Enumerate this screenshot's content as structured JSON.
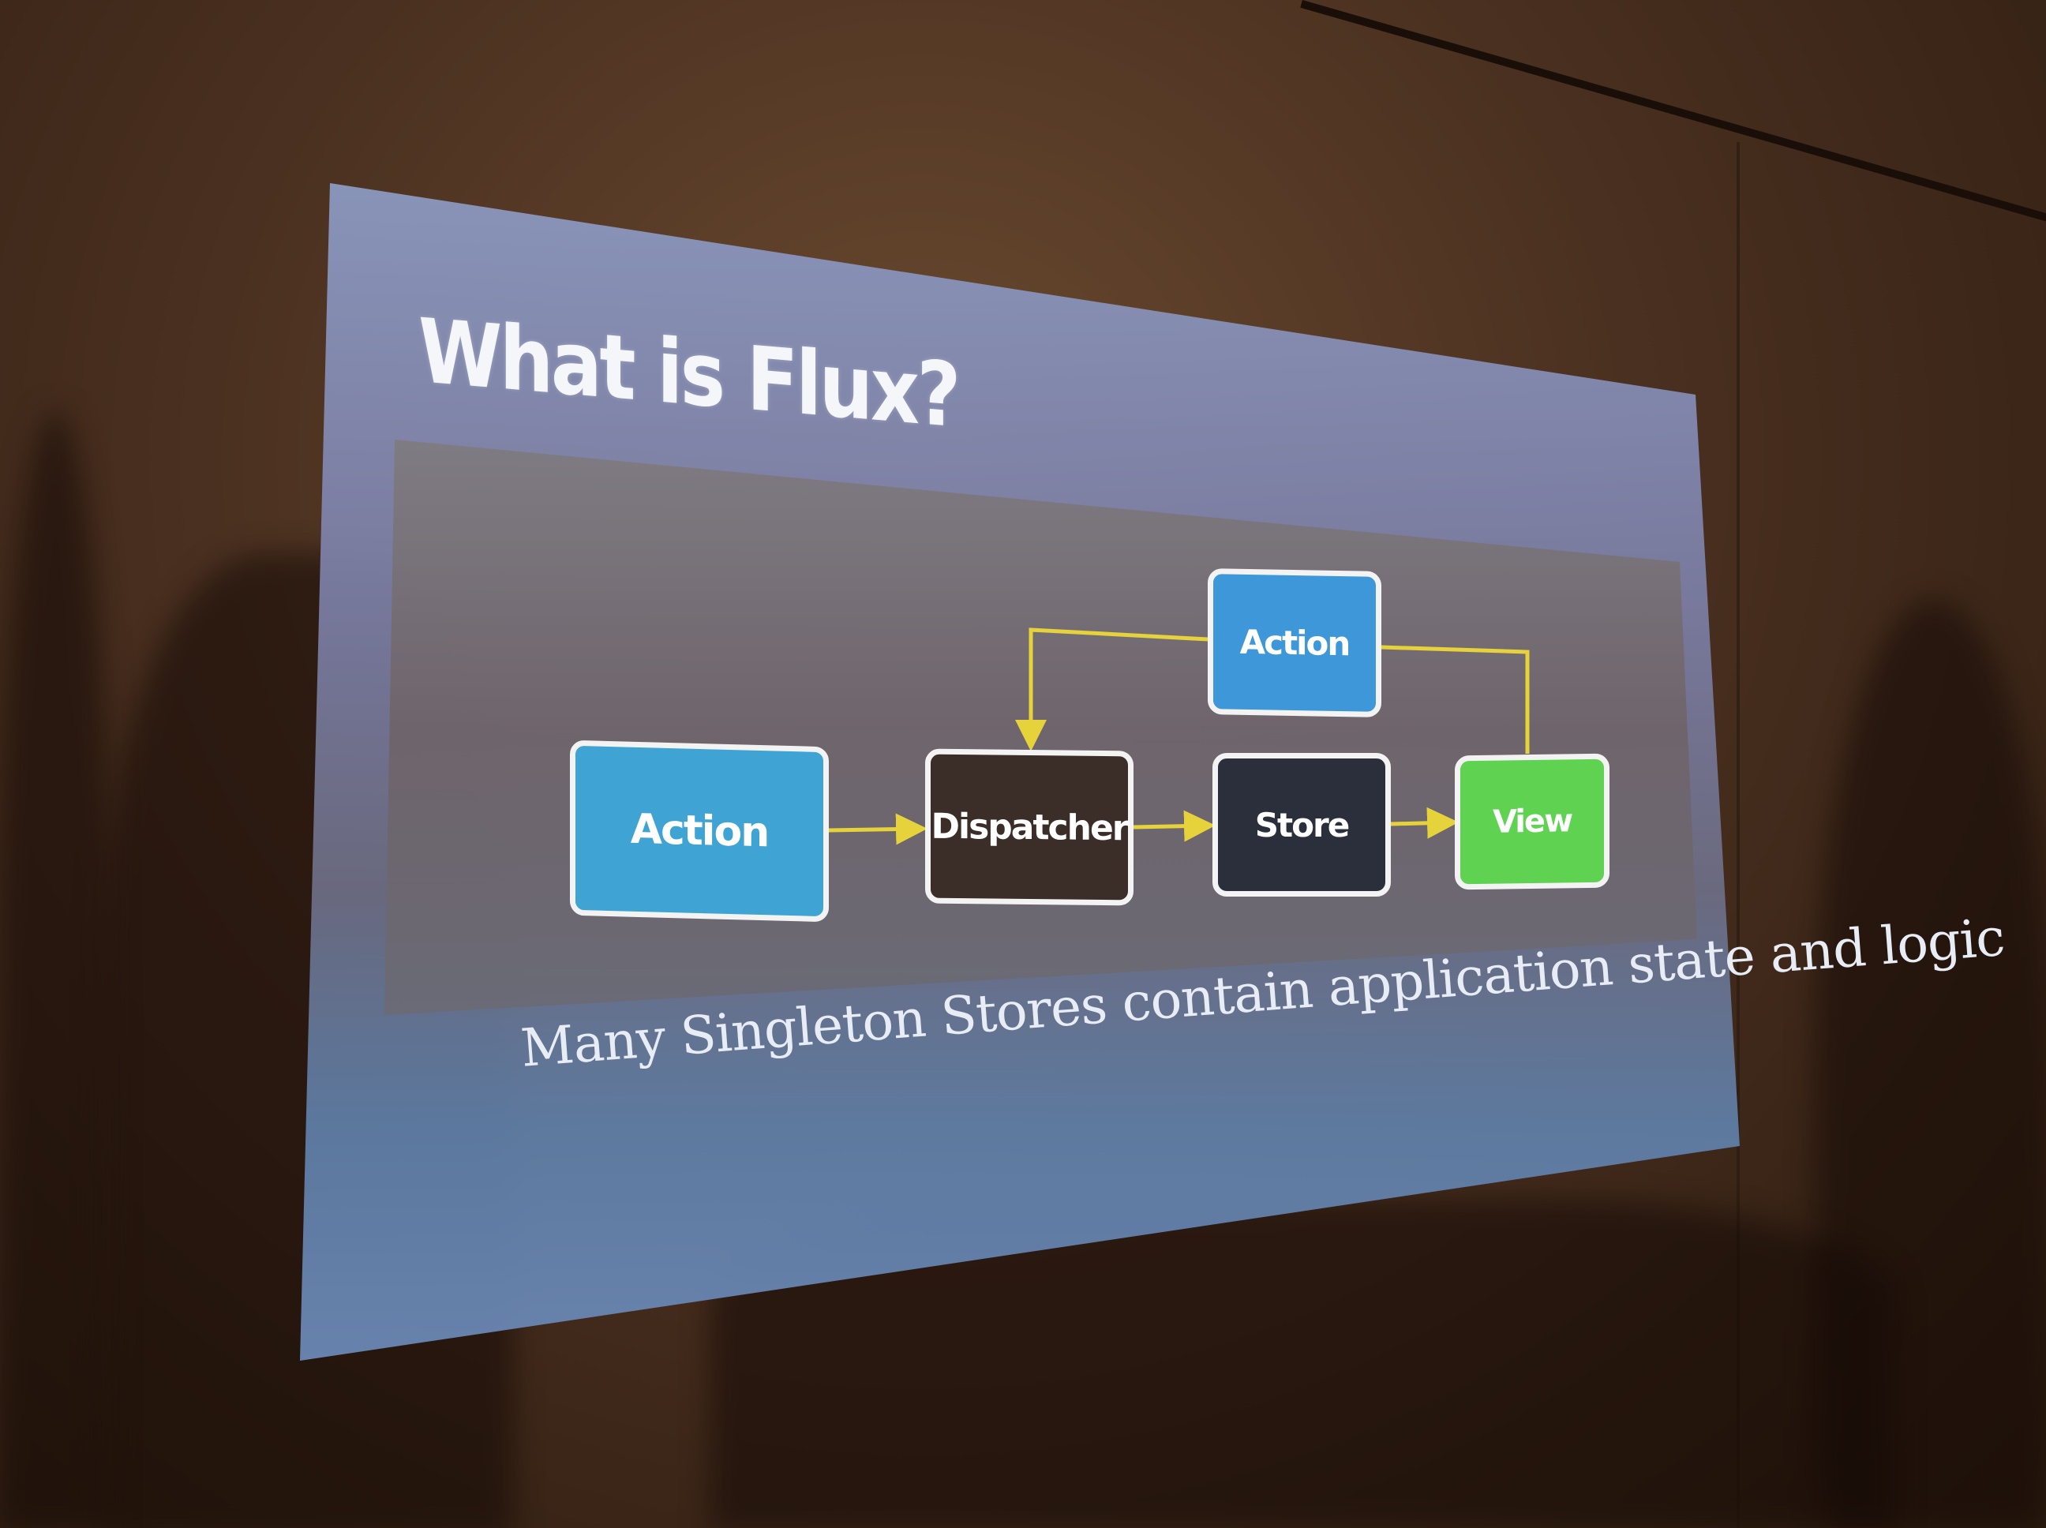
{
  "slide": {
    "title": "What is Flux?",
    "caption": "Many Singleton Stores contain application state and logic"
  },
  "diagram": {
    "nodes": [
      {
        "id": "action-main",
        "label": "Action",
        "color": "#3fa3d4"
      },
      {
        "id": "dispatcher",
        "label": "Dispatcher",
        "color": "#3b2d27"
      },
      {
        "id": "store",
        "label": "Store",
        "color": "#2b2f3c"
      },
      {
        "id": "view",
        "label": "View",
        "color": "#5fd252"
      },
      {
        "id": "action-top",
        "label": "Action",
        "color": "#3d97d8"
      }
    ],
    "edges": [
      {
        "from": "action-main",
        "to": "dispatcher"
      },
      {
        "from": "dispatcher",
        "to": "store"
      },
      {
        "from": "store",
        "to": "view"
      },
      {
        "from": "view",
        "to": "action-top"
      },
      {
        "from": "action-top",
        "to": "dispatcher"
      }
    ],
    "arrow_color": "#e6d23a"
  }
}
